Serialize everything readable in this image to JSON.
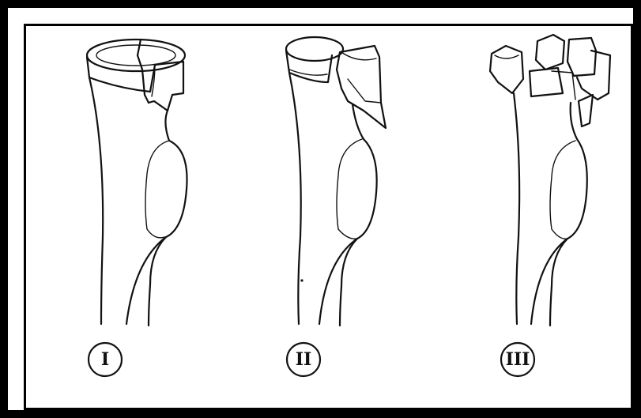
{
  "figure": {
    "panels": [
      {
        "id": "type-1",
        "label": "I"
      },
      {
        "id": "type-2",
        "label": "II"
      },
      {
        "id": "type-3",
        "label": "III"
      }
    ],
    "colors": {
      "ink": "#111111",
      "frame": "#000000",
      "paper": "#ffffff"
    }
  }
}
